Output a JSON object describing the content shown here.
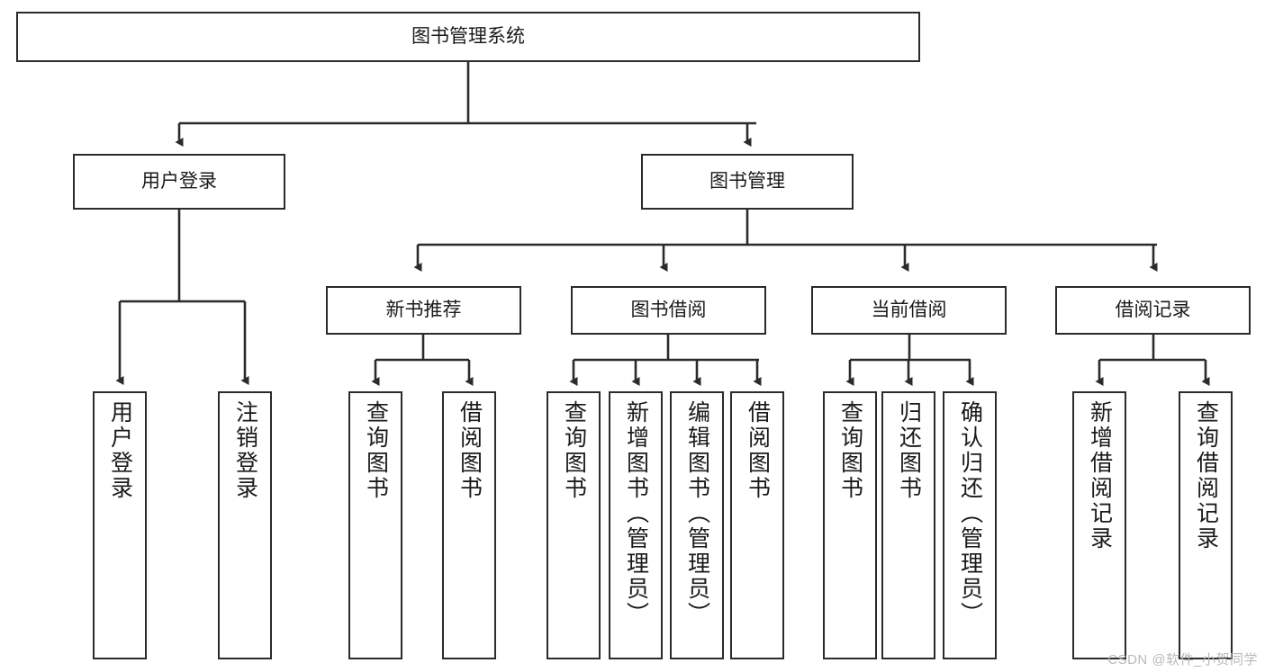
{
  "diagram": {
    "type": "tree-hierarchy-chart",
    "title": "图书管理系统",
    "line_color": "#2b2b2b",
    "box_fill": "#ffffff",
    "text_color": "#1a1a1a",
    "watermark": "CSDN @软件_小贺同学",
    "nodes": {
      "root": {
        "label": "图书管理系统",
        "orientation": "horizontal"
      },
      "level2": [
        {
          "id": "user-login",
          "label": "用户登录",
          "orientation": "horizontal"
        },
        {
          "id": "book-manage",
          "label": "图书管理",
          "orientation": "horizontal"
        }
      ],
      "level3": [
        {
          "id": "new-book-rec",
          "label": "新书推荐",
          "orientation": "horizontal"
        },
        {
          "id": "book-borrow",
          "label": "图书借阅",
          "orientation": "horizontal"
        },
        {
          "id": "current-borrow",
          "label": "当前借阅",
          "orientation": "horizontal"
        },
        {
          "id": "borrow-record",
          "label": "借阅记录",
          "orientation": "horizontal"
        }
      ],
      "leaves": [
        {
          "id": "leaf-user-login",
          "label": "用户登录",
          "parent": "user-login",
          "orientation": "vertical"
        },
        {
          "id": "leaf-user-logout",
          "label": "注销登录",
          "parent": "user-login",
          "orientation": "vertical"
        },
        {
          "id": "leaf-query-book-1",
          "label": "查询图书",
          "parent": "new-book-rec",
          "orientation": "vertical"
        },
        {
          "id": "leaf-borrow-book-1",
          "label": "借阅图书",
          "parent": "new-book-rec",
          "orientation": "vertical"
        },
        {
          "id": "leaf-query-book-2",
          "label": "查询图书",
          "parent": "book-borrow",
          "orientation": "vertical"
        },
        {
          "id": "leaf-add-book",
          "label": "新增图书（管理员）",
          "parent": "book-borrow",
          "orientation": "vertical"
        },
        {
          "id": "leaf-edit-book",
          "label": "编辑图书（管理员）",
          "parent": "book-borrow",
          "orientation": "vertical"
        },
        {
          "id": "leaf-borrow-book-2",
          "label": "借阅图书",
          "parent": "book-borrow",
          "orientation": "vertical"
        },
        {
          "id": "leaf-query-book-3",
          "label": "查询图书",
          "parent": "current-borrow",
          "orientation": "vertical"
        },
        {
          "id": "leaf-return-book",
          "label": "归还图书",
          "parent": "current-borrow",
          "orientation": "vertical"
        },
        {
          "id": "leaf-confirm-return",
          "label": "确认归还（管理员）",
          "parent": "current-borrow",
          "orientation": "vertical"
        },
        {
          "id": "leaf-add-record",
          "label": "新增借阅记录",
          "parent": "borrow-record",
          "orientation": "vertical"
        },
        {
          "id": "leaf-query-record",
          "label": "查询借阅记录",
          "parent": "borrow-record",
          "orientation": "vertical"
        }
      ]
    }
  }
}
